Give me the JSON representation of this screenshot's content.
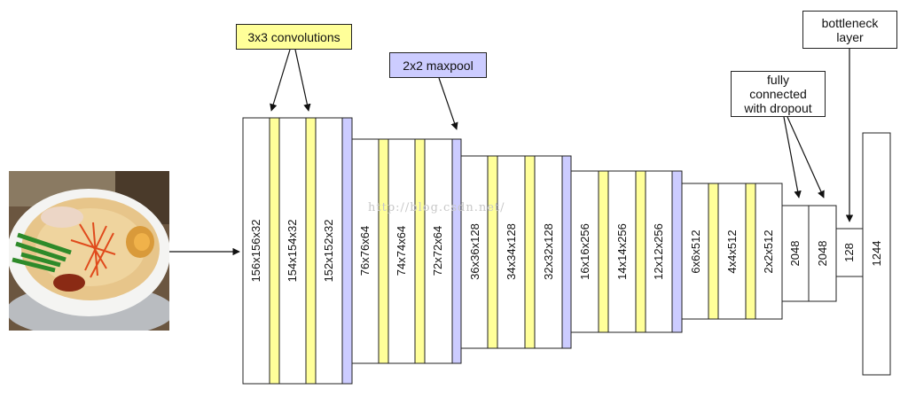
{
  "callouts": {
    "convolutions": "3x3 convolutions",
    "maxpool": "2x2 maxpool",
    "fully_connected": [
      "fully",
      "connected",
      "with dropout"
    ],
    "bottleneck": [
      "bottleneck",
      "layer"
    ]
  },
  "layers": {
    "b1": [
      "156x156x32",
      "154x154x32",
      "152x152x32"
    ],
    "b2": [
      "76x76x64",
      "74x74x64",
      "72x72x64"
    ],
    "b3": [
      "36x36x128",
      "34x34x128",
      "32x32x128"
    ],
    "b4": [
      "16x16x256",
      "14x14x256",
      "12x12x256"
    ],
    "b5": [
      "6x6x512",
      "4x4x512",
      "2x2x512"
    ],
    "fc": [
      "2048",
      "2048"
    ],
    "bottleneck": "128",
    "output": "1244"
  },
  "watermark": "http://blog.csdn.net/",
  "colors": {
    "conv": "#ffff99",
    "pool": "#ccccff",
    "stroke": "#222222"
  },
  "input_image": {
    "icon": "ramen-bowl-photo"
  }
}
